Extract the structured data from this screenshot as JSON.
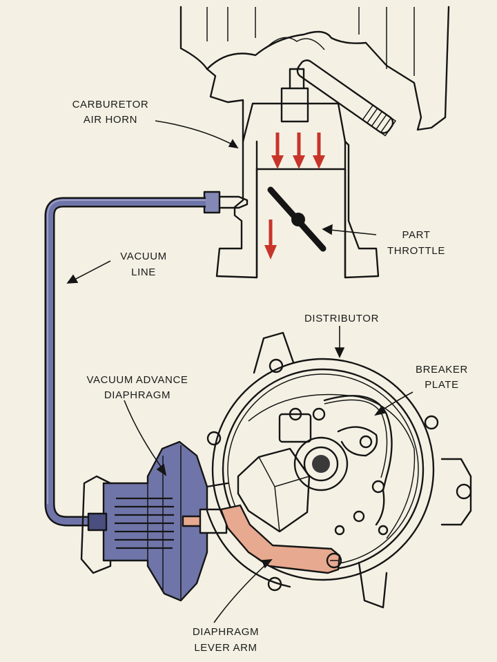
{
  "labels": {
    "carburetor_l1": "CARBURETOR",
    "carburetor_l2": "AIR HORN",
    "throttle_l1": "PART",
    "throttle_l2": "THROTTLE",
    "vacuum_line_l1": "VACUUM",
    "vacuum_line_l2": "LINE",
    "distributor": "DISTRIBUTOR",
    "breaker_l1": "BREAKER",
    "breaker_l2": "PLATE",
    "diaphragm_l1": "VACUUM ADVANCE",
    "diaphragm_l2": "DIAPHRAGM",
    "lever_l1": "DIAPHRAGM",
    "lever_l2": "LEVER ARM"
  },
  "colors": {
    "background": "#f4f1e4",
    "vacuum_blue": "#6f75a8",
    "vacuum_blue_dark": "#4a4f80",
    "airflow_red": "#c8342a",
    "lever_tan": "#e7a98f",
    "ink": "#151515"
  },
  "icons": {
    "airflow": "arrow-down-icon",
    "throttle": "throttle-plate-icon"
  }
}
